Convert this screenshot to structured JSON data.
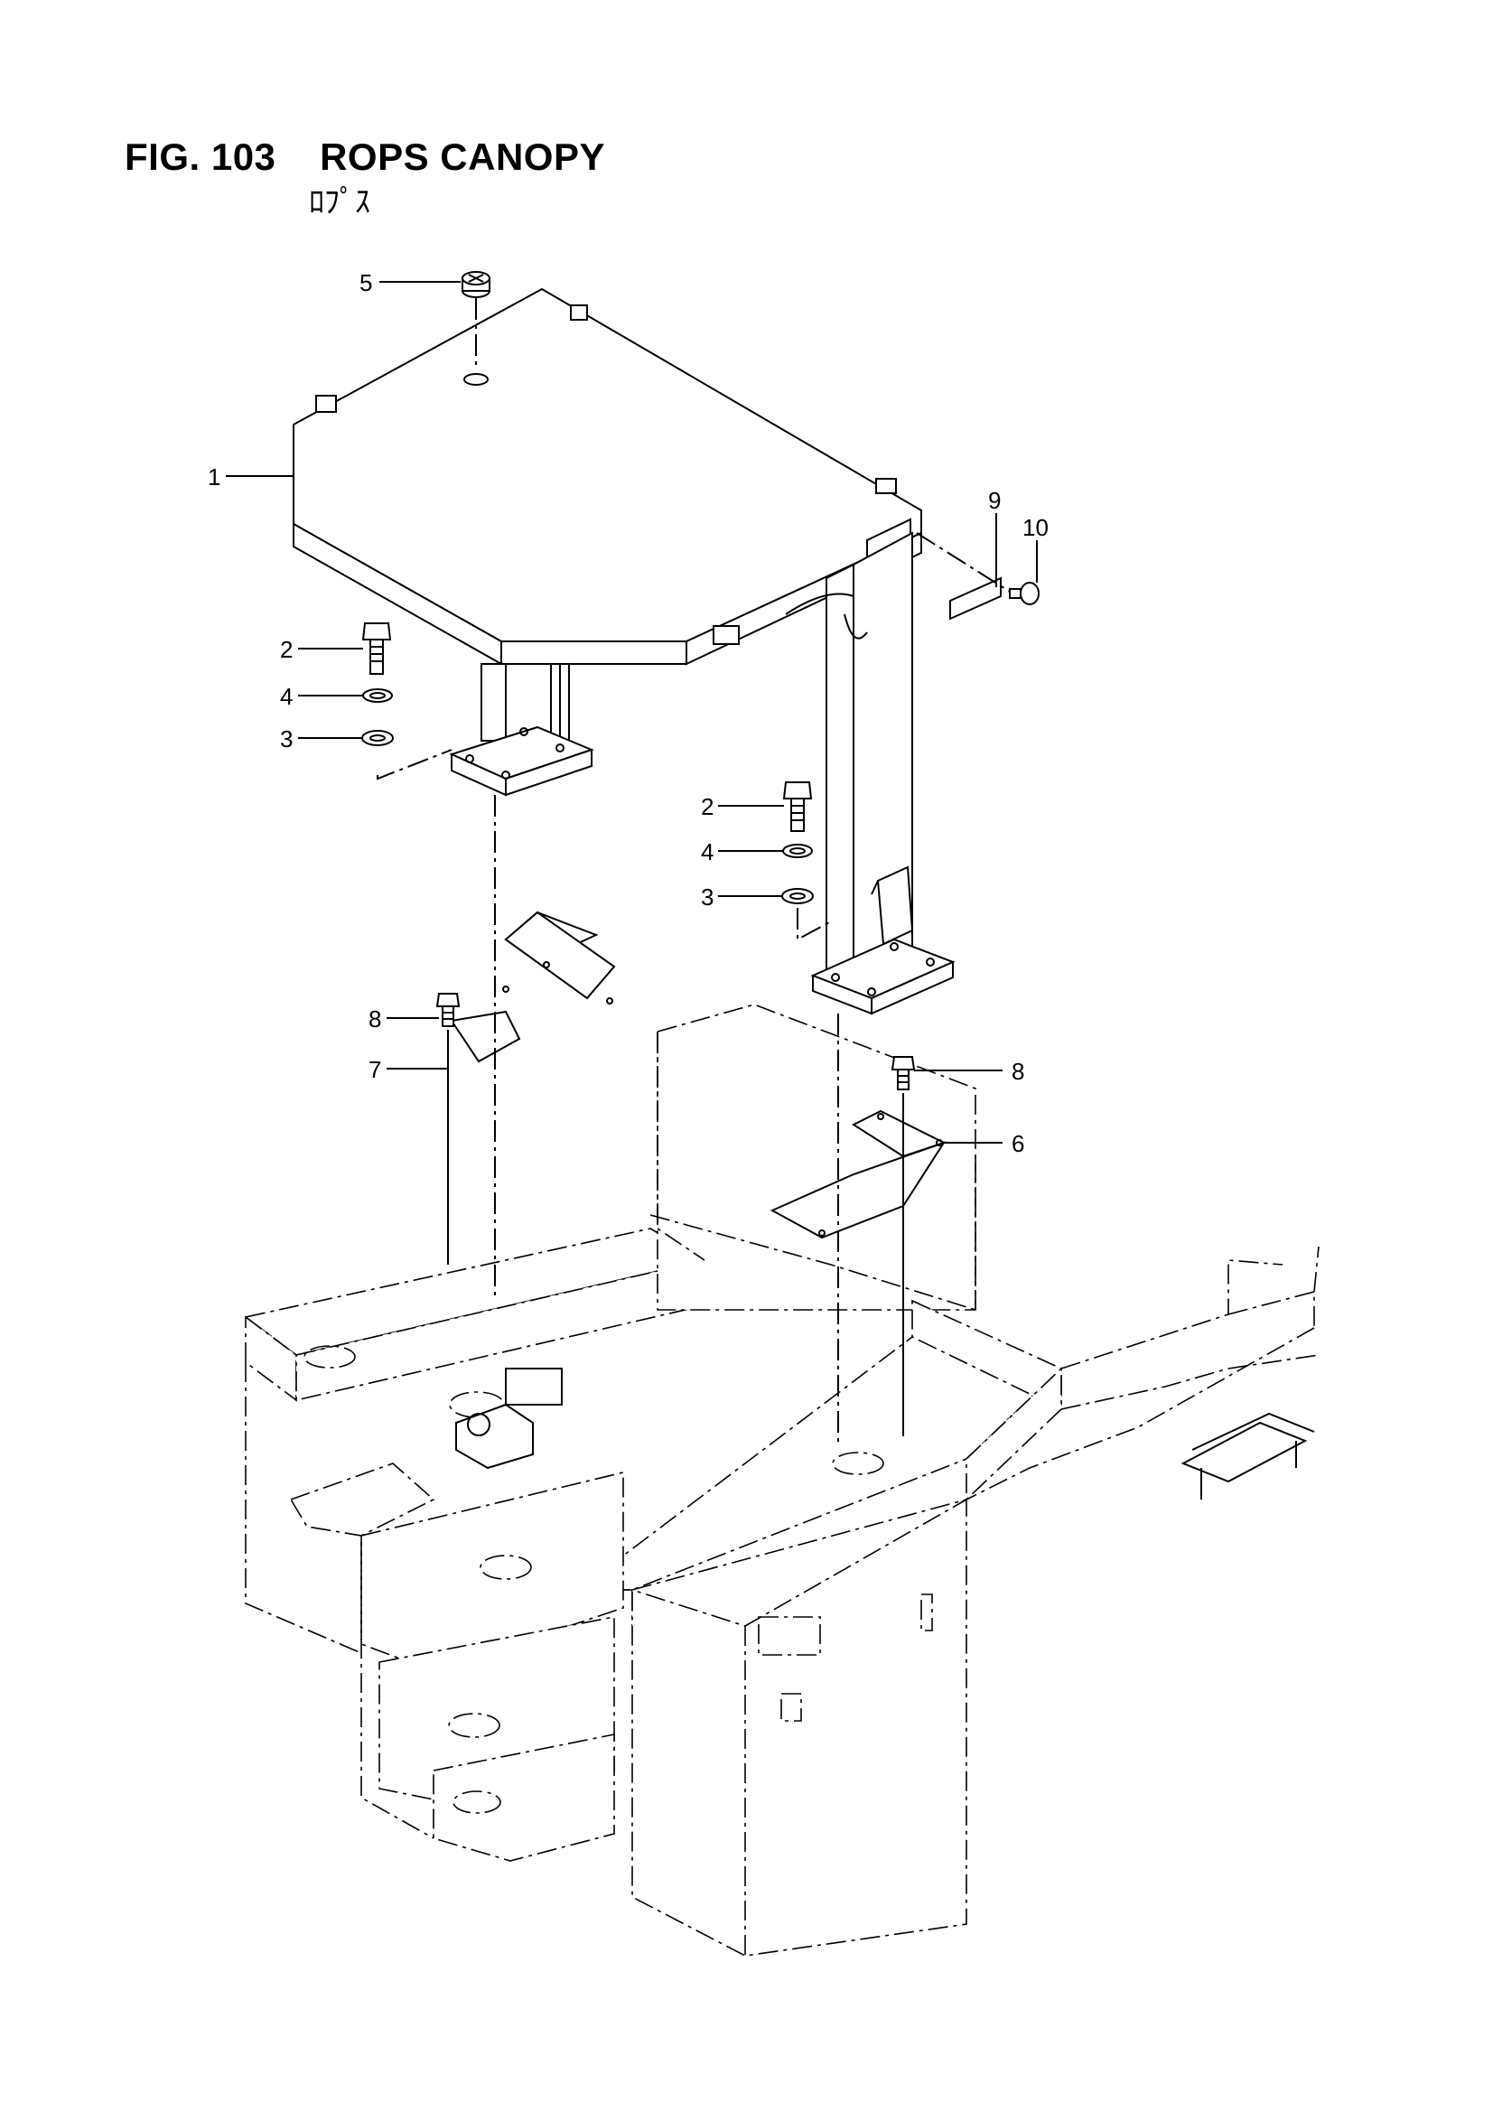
{
  "figure": {
    "number_label": "FIG. 103",
    "title": "ROPS CANOPY",
    "subtitle": "ﾛﾌﾟｽ"
  },
  "callouts": {
    "c1": "1",
    "c2a": "2",
    "c2b": "2",
    "c3a": "3",
    "c3b": "3",
    "c4a": "4",
    "c4b": "4",
    "c5": "5",
    "c6": "6",
    "c7": "7",
    "c8a": "8",
    "c8b": "8",
    "c9": "9",
    "c10": "10"
  },
  "colors": {
    "ink": "#000000",
    "paper": "#ffffff"
  }
}
